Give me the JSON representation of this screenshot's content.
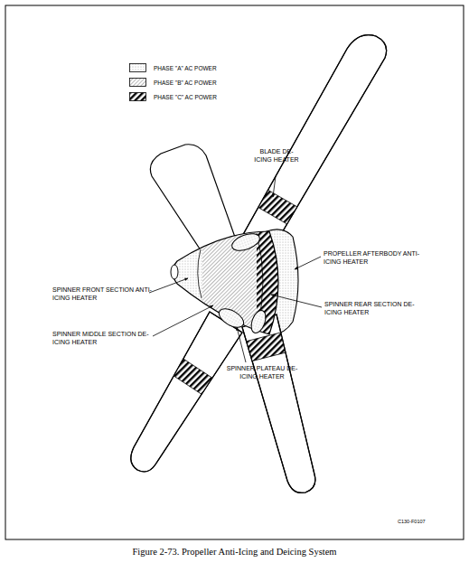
{
  "diagram": {
    "caption": "Figure 2-73. Propeller Anti-Icing and Deicing System",
    "labels": [
      "BLADE DE-ICING HEATER",
      "PROPELLER AFTERBODY ANTI-ICING HEATER",
      "SPINNER FRONT SECTION ANTI-ICING HEATER",
      "SPINNER REAR SECTION DE-ICING HEATER",
      "SPINNER MIDDLE SECTION DE-ICING HEATER",
      "SPINNER PLATEAU DE-ICING HEATER",
      "C130-F0107"
    ],
    "legend": [
      {
        "text": "PHASE \"A\" AC POWER"
      },
      {
        "text": "PHASE \"B\" AC POWER"
      },
      {
        "text": "PHASE \"C\" AC POWER"
      }
    ]
  }
}
